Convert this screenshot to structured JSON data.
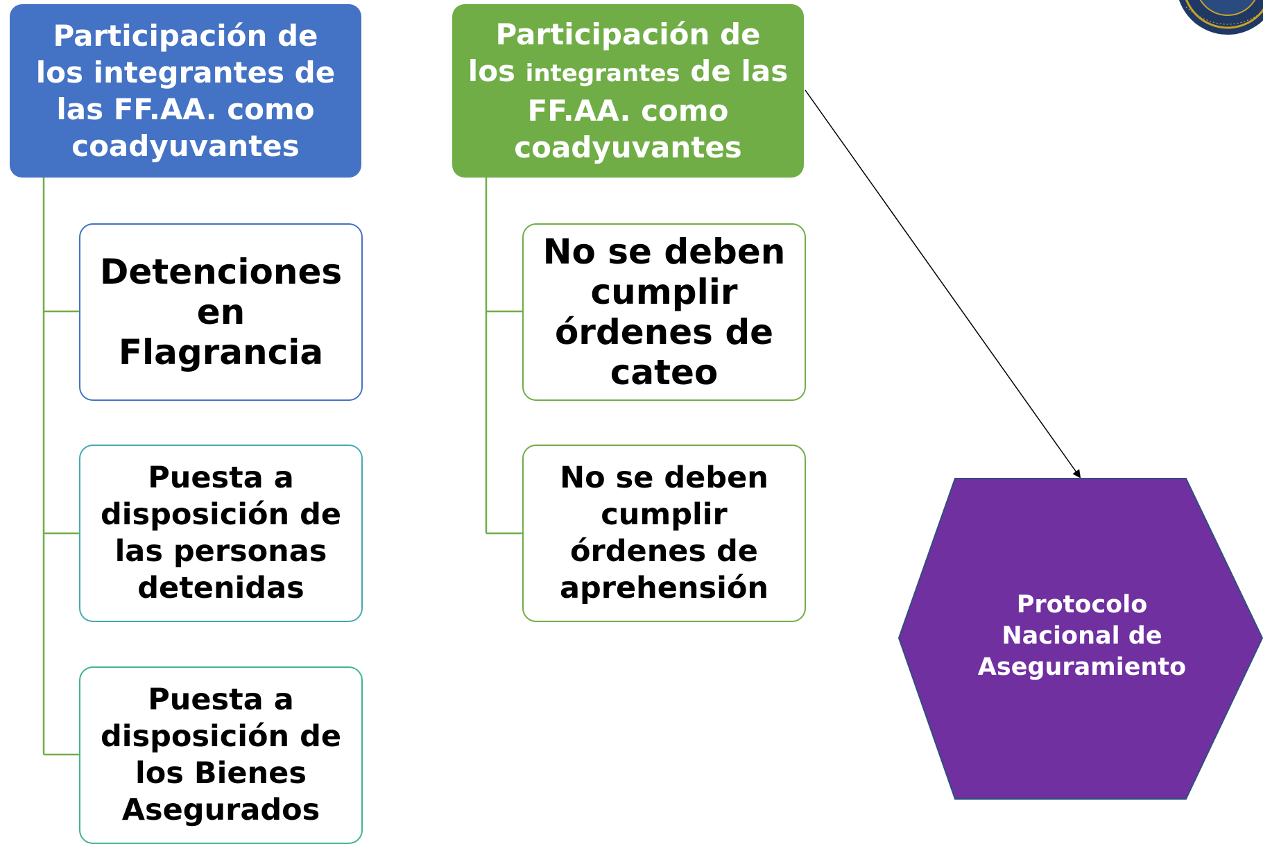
{
  "left_group": {
    "header": [
      "Participación de",
      "los integrantes de",
      "las FF.AA. como",
      "coadyuvantes"
    ],
    "items": [
      {
        "lines": [
          "Detenciones",
          "en",
          "Flagrancia"
        ]
      },
      {
        "lines": [
          "Puesta a",
          "disposición de",
          "las personas",
          "detenidas"
        ]
      },
      {
        "lines": [
          "Puesta a",
          "disposición de",
          "los Bienes",
          "Asegurados"
        ]
      }
    ]
  },
  "right_group": {
    "header": {
      "line1": "Participación de",
      "line2_a": "los",
      "line2_b": "integrantes",
      "line2_c": "de las",
      "line3": "FF.AA. como",
      "line4": "coadyuvantes"
    },
    "items": [
      {
        "lines": [
          "No se deben",
          "cumplir",
          "órdenes de",
          "cateo"
        ]
      },
      {
        "lines": [
          "No se deben",
          "cumplir",
          "órdenes de",
          "aprehensión"
        ]
      }
    ]
  },
  "protocol": {
    "lines": [
      "Protocolo",
      "Nacional de",
      "Aseguramiento"
    ]
  },
  "colors": {
    "blue": "#4472c4",
    "green": "#70ad47",
    "purple": "#7030a0",
    "navy": "#1f3864",
    "gold": "#c9a227"
  },
  "icons": [
    "seal-emblem-icon",
    "arrow-icon"
  ]
}
